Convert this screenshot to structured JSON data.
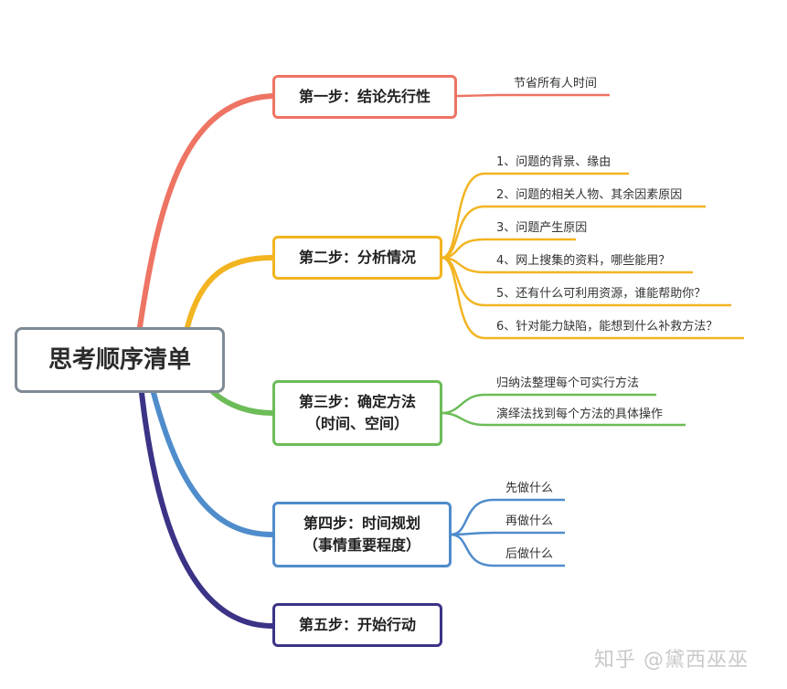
{
  "root": {
    "label": "思考顺序清单"
  },
  "colors": {
    "step1": "#ee7463",
    "step2": "#f2b421",
    "step3": "#6cbc58",
    "step4": "#4f8ccb",
    "step5": "#3b3386"
  },
  "steps": [
    {
      "line1": "第一步：结论先行性",
      "line2": "",
      "items": [
        "节省所有人时间"
      ]
    },
    {
      "line1": "第二步：分析情况",
      "line2": "",
      "items": [
        "1、问题的背景、缘由",
        "2、问题的相关人物、其余因素原因",
        "3、问题产生原因",
        "4、网上搜集的资料，哪些能用？",
        "5、还有什么可利用资源，谁能帮助你？",
        "6、针对能力缺陷，能想到什么补救方法？"
      ]
    },
    {
      "line1": "第三步：确定方法",
      "line2": "（时间、空间）",
      "items": [
        "归纳法整理每个可实行方法",
        "演绎法找到每个方法的具体操作"
      ]
    },
    {
      "line1": "第四步：时间规划",
      "line2": "（事情重要程度）",
      "items": [
        "先做什么",
        "再做什么",
        "后做什么"
      ]
    },
    {
      "line1": "第五步：开始行动",
      "line2": "",
      "items": []
    }
  ],
  "watermark": "知乎 @黛西巫巫"
}
